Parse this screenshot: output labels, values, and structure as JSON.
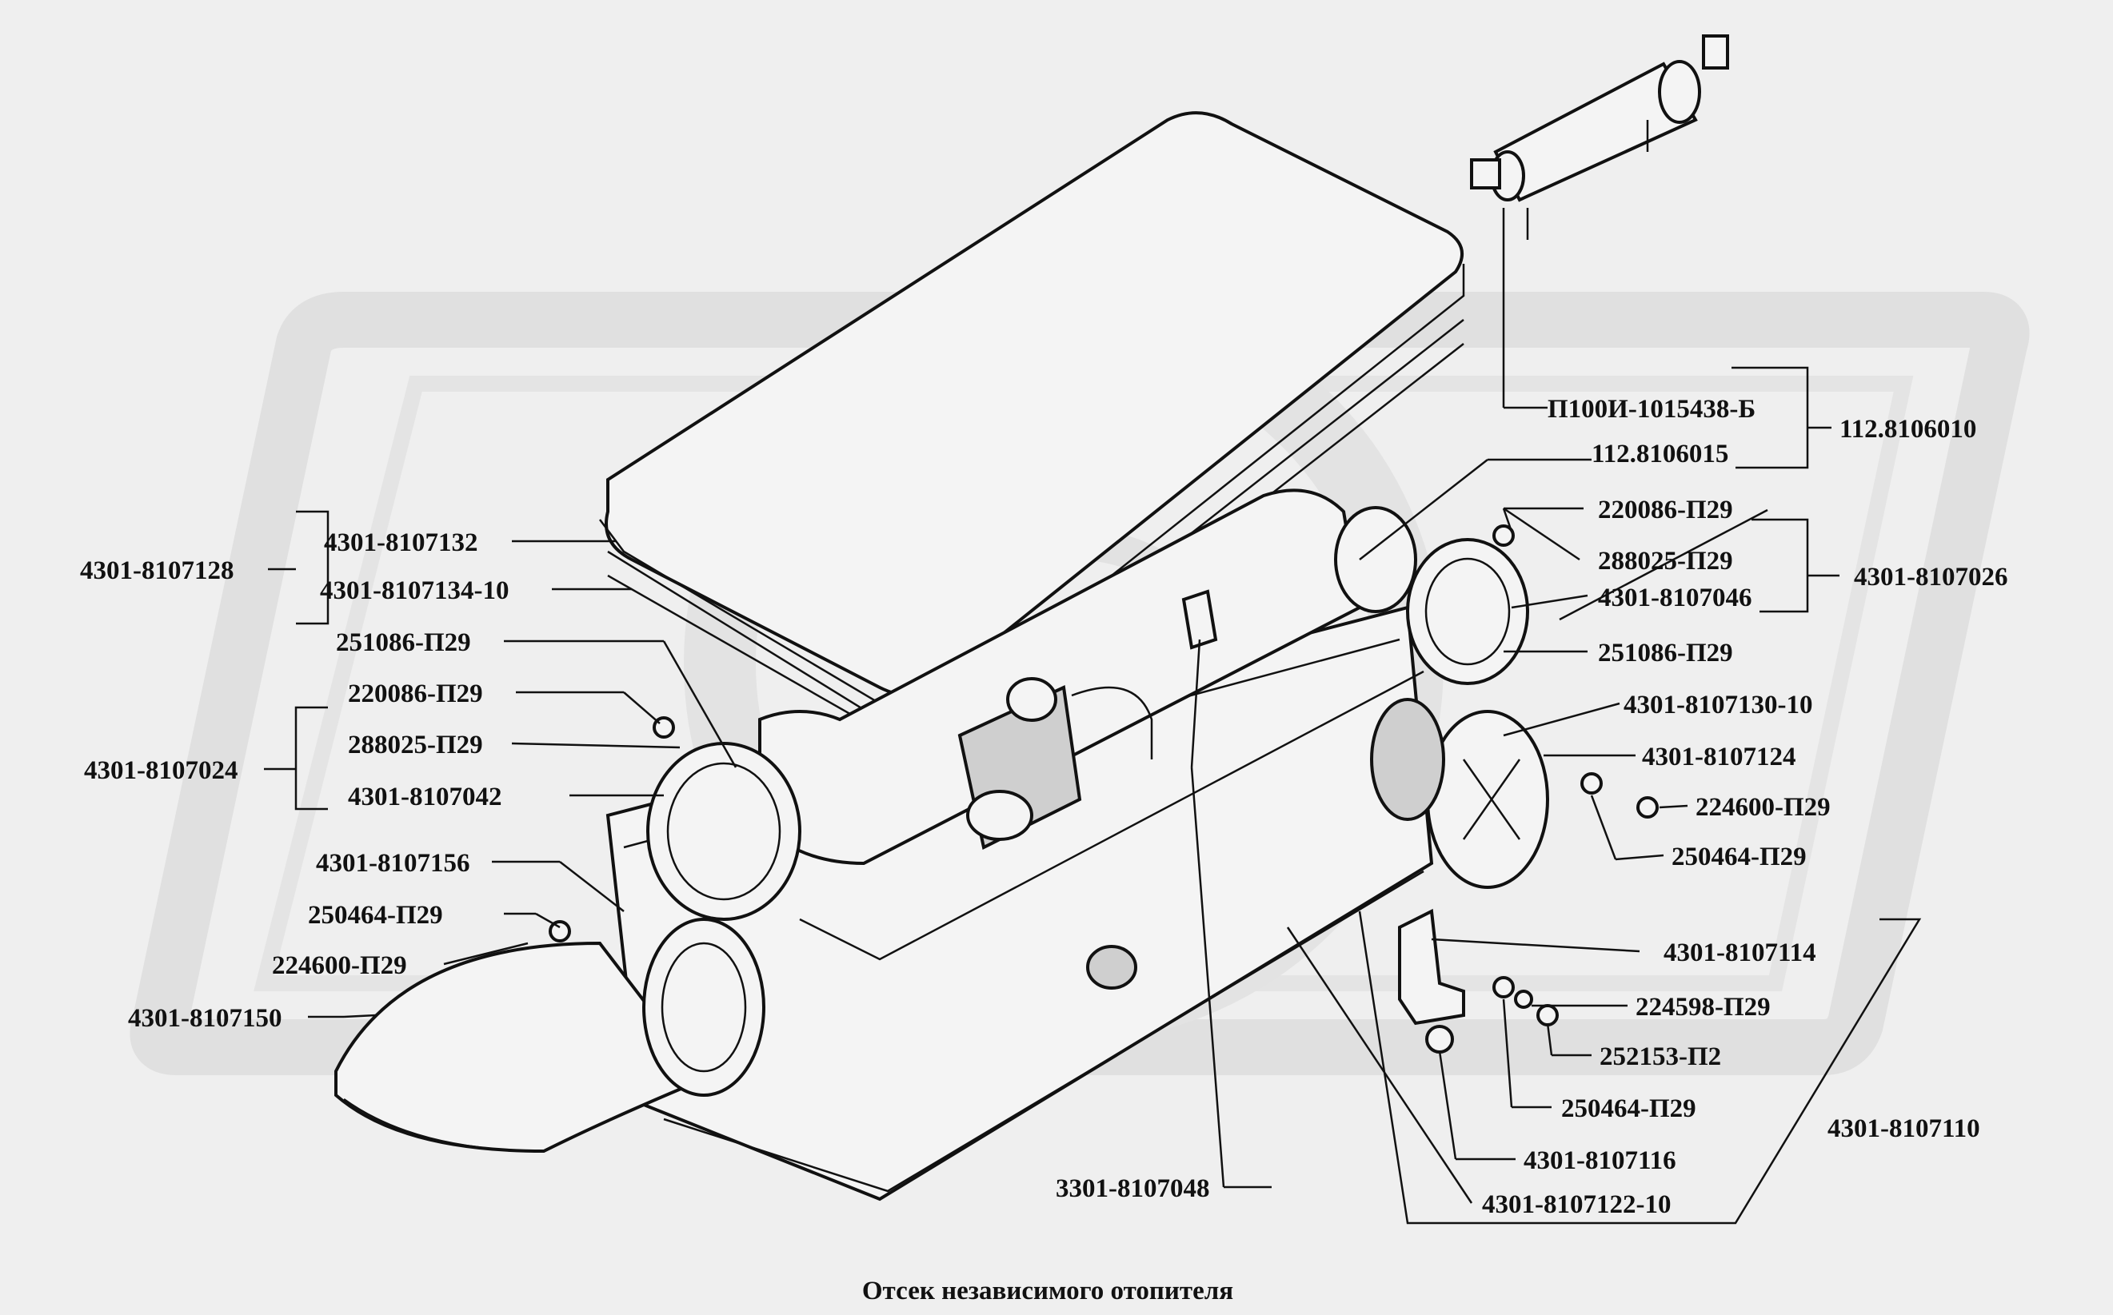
{
  "caption": "Отсек независимого отопителя",
  "labels": {
    "p100i": "П100И-1015438-Б",
    "p112_8106010": "112.8106010",
    "p112_8106015": "112.8106015",
    "p220086_top_right": "220086-П29",
    "p288025_right": "288025-П29",
    "p4301_8107046": "4301-8107046",
    "p4301_8107026": "4301-8107026",
    "p251086_right": "251086-П29",
    "p4301_8107130_10": "4301-8107130-10",
    "p4301_8107124": "4301-8107124",
    "p224600_right": "224600-П29",
    "p250464_right": "250464-П29",
    "p4301_8107114": "4301-8107114",
    "p224598": "224598-П29",
    "p252153": "252153-П2",
    "p250464_lower_right": "250464-П29",
    "p4301_8107110": "4301-8107110",
    "p4301_8107116": "4301-8107116",
    "p4301_8107122_10": "4301-8107122-10",
    "p3301_8107048": "3301-8107048",
    "p4301_8107128": "4301-8107128",
    "p4301_8107132": "4301-8107132",
    "p4301_8107134_10": "4301-8107134-10",
    "p251086_left": "251086-П29",
    "p220086_left": "220086-П29",
    "p4301_8107024": "4301-8107024",
    "p288025_left": "288025-П29",
    "p4301_8107042": "4301-8107042",
    "p4301_8107156": "4301-8107156",
    "p250464_left": "250464-П29",
    "p224600_left": "224600-П29",
    "p4301_8107150": "4301-8107150"
  }
}
